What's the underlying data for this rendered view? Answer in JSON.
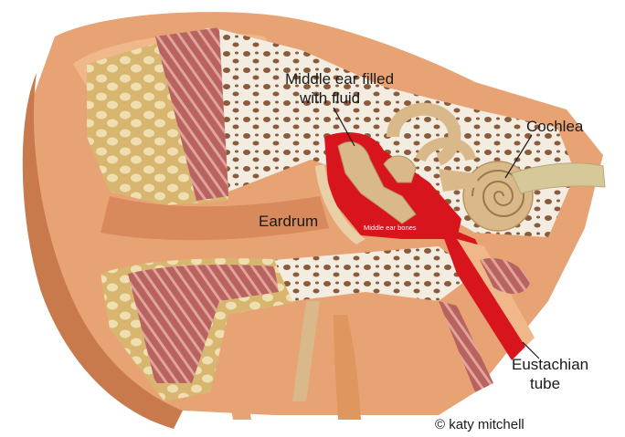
{
  "diagram": {
    "labels": {
      "middle_ear_fluid": [
        "Middle ear filled",
        "with fluid"
      ],
      "cochlea": "Cochlea",
      "eardrum": "Eardrum",
      "middle_ear_bones": "Middle ear bones",
      "eustachian_tube": [
        "Eustachian",
        "tube"
      ]
    },
    "credit": "© katy mitchell"
  },
  "colors": {
    "skin": "#e8a374",
    "skin_dark": "#c97a4c",
    "bone": "#f3ece0",
    "fluid_red": "#d8141c",
    "muscle": "#b86a63",
    "ossicle": "#d9b98a",
    "nerve": "#d7c89a"
  },
  "icons": [
    "ear-model-illustration"
  ]
}
